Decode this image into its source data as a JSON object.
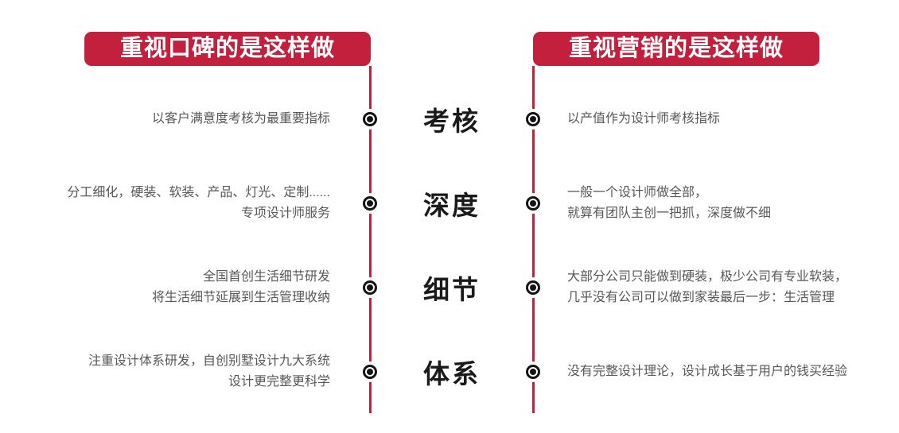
{
  "page": {
    "background": "#ffffff",
    "accent_red": "#c2203c",
    "text_gray": "#595757",
    "text_black": "#1a1a1a"
  },
  "left_column": {
    "header": "重视口碑的是这样做",
    "items": [
      {
        "lines": [
          "以客户满意度考核为最重要指标"
        ]
      },
      {
        "lines": [
          "分工细化，硬装、软装、产品、灯光、定制......",
          "专项设计师服务"
        ]
      },
      {
        "lines": [
          "全国首创生活细节研发",
          "将生活细节延展到生活管理收纳"
        ]
      },
      {
        "lines": [
          "注重设计体系研发，自创别墅设计九大系统",
          "设计更完整更科学"
        ]
      }
    ]
  },
  "right_column": {
    "header": "重视营销的是这样做",
    "items": [
      {
        "lines": [
          "以产值作为设计师考核指标"
        ]
      },
      {
        "lines": [
          "一般一个设计师做全部，",
          "就算有团队主创一把抓，深度做不细"
        ]
      },
      {
        "lines": [
          "大部分公司只能做到硬装，极少公司有专业软装，",
          "几乎没有公司可以做到家装最后一步：生活管理"
        ]
      },
      {
        "lines": [
          "没有完整设计理论，设计成长基于用户的钱买经验"
        ]
      }
    ]
  },
  "center_labels": [
    "考核",
    "深度",
    "细节",
    "体系"
  ]
}
